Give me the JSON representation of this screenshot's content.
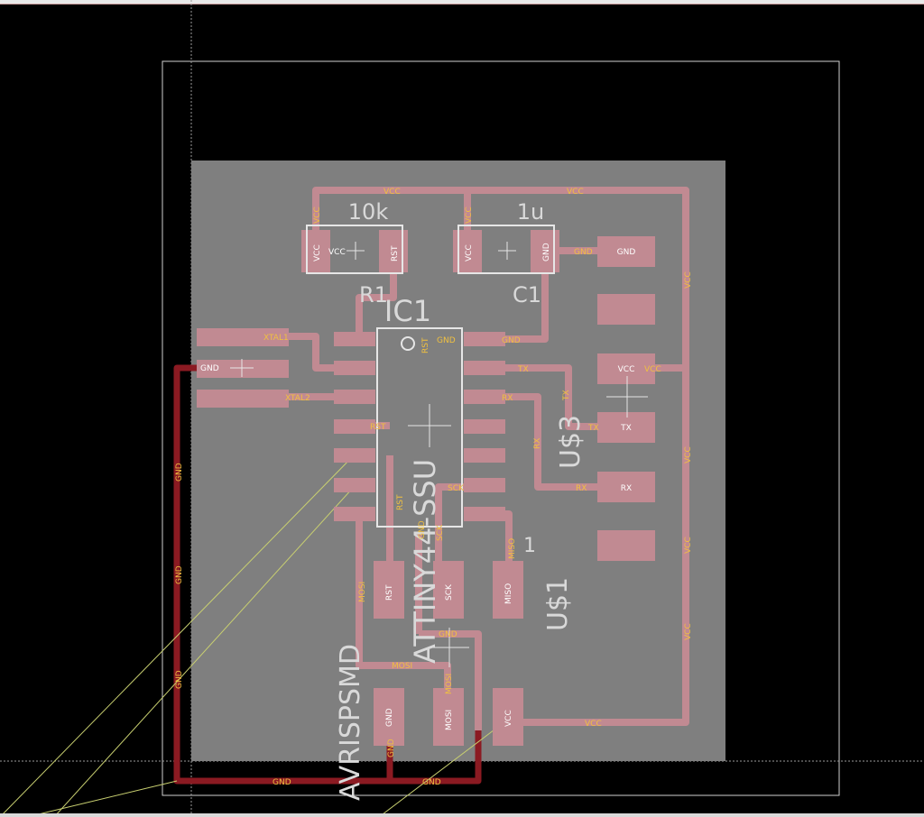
{
  "colors": {
    "background": "#000000",
    "board": "#7f7f7f",
    "pad": "#c18a92",
    "trace_top": "#c18a92",
    "trace_bottom": "#8b1a22",
    "pad_label": "#ffffff",
    "signal_label": "#f0c040",
    "part_label": "#d9d9d9",
    "outline": "#e6e6e6",
    "airwire": "#c8cf70"
  },
  "components": {
    "r1": {
      "name": "R1",
      "value": "10k",
      "pad1": "VCC",
      "pad2": "RST"
    },
    "c1": {
      "name": "C1",
      "value": "1u",
      "pad1": "VCC",
      "pad2": "GND"
    },
    "ic1": {
      "name": "IC1",
      "value": "ATTINY44-SSU"
    },
    "u3": {
      "name": "U$3",
      "pads": [
        "GND",
        "",
        "VCC",
        "TX",
        "RX",
        ""
      ]
    },
    "u1": {
      "name": "U$1"
    },
    "isp": {
      "value": "AVRISPSMD",
      "pads": [
        "RST",
        "SCK",
        "MISO",
        "GND",
        "MOSI",
        "VCC"
      ]
    },
    "crystal": {
      "pad": "GND"
    }
  },
  "nets": {
    "vcc": "VCC",
    "gnd": "GND",
    "rst": "RST",
    "tx": "TX",
    "rx": "RX",
    "sck": "SCK",
    "miso": "MISO",
    "mosi": "MOSI",
    "xtal1": "XTAL1",
    "xtal2": "XTAL2",
    "pin1": "1"
  }
}
